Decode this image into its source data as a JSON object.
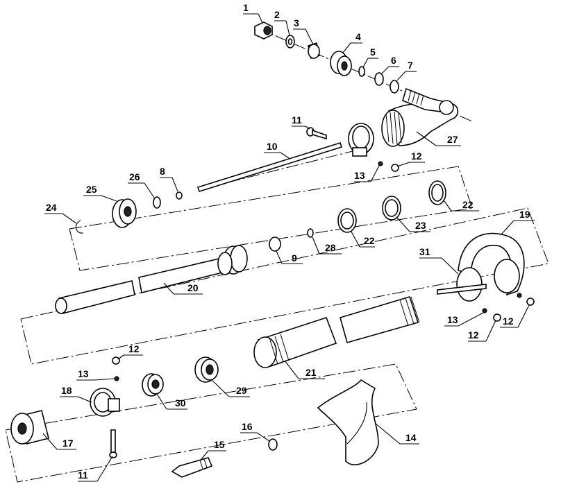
{
  "diagram": {
    "callouts": [
      {
        "id": "c1",
        "text": "1"
      },
      {
        "id": "c2",
        "text": "2"
      },
      {
        "id": "c3",
        "text": "3"
      },
      {
        "id": "c4",
        "text": "4"
      },
      {
        "id": "c5",
        "text": "5"
      },
      {
        "id": "c6",
        "text": "6"
      },
      {
        "id": "c7",
        "text": "7"
      },
      {
        "id": "c8",
        "text": "8"
      },
      {
        "id": "c9",
        "text": "9"
      },
      {
        "id": "c10",
        "text": "10"
      },
      {
        "id": "c11a",
        "text": "11"
      },
      {
        "id": "c11b",
        "text": "11"
      },
      {
        "id": "c12a",
        "text": "12"
      },
      {
        "id": "c12b",
        "text": "12"
      },
      {
        "id": "c12c",
        "text": "12"
      },
      {
        "id": "c12d",
        "text": "12"
      },
      {
        "id": "c13a",
        "text": "13"
      },
      {
        "id": "c13b",
        "text": "13"
      },
      {
        "id": "c13c",
        "text": "13"
      },
      {
        "id": "c14",
        "text": "14"
      },
      {
        "id": "c15",
        "text": "15"
      },
      {
        "id": "c16",
        "text": "16"
      },
      {
        "id": "c17",
        "text": "17"
      },
      {
        "id": "c18",
        "text": "18"
      },
      {
        "id": "c19",
        "text": "19"
      },
      {
        "id": "c20",
        "text": "20"
      },
      {
        "id": "c21",
        "text": "21"
      },
      {
        "id": "c22a",
        "text": "22"
      },
      {
        "id": "c22b",
        "text": "22"
      },
      {
        "id": "c23",
        "text": "23"
      },
      {
        "id": "c24",
        "text": "24"
      },
      {
        "id": "c25",
        "text": "25"
      },
      {
        "id": "c26",
        "text": "26"
      },
      {
        "id": "c27",
        "text": "27"
      },
      {
        "id": "c28",
        "text": "28"
      },
      {
        "id": "c29",
        "text": "29"
      },
      {
        "id": "c30",
        "text": "30"
      },
      {
        "id": "c31",
        "text": "31"
      }
    ]
  }
}
